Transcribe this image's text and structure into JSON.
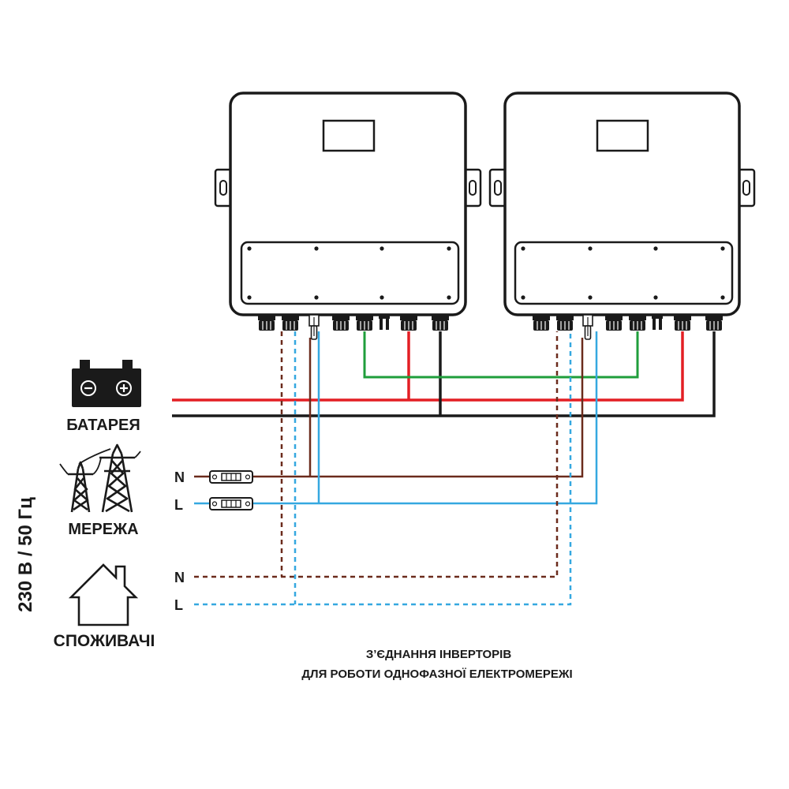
{
  "labels": {
    "battery": "БАТАРЕЯ",
    "grid": "МЕРЕЖА",
    "consumers": "СПОЖИВАЧІ",
    "voltage": "230 В / 50 Гц"
  },
  "grid_lines": {
    "n": "N",
    "l": "L"
  },
  "consumer_lines": {
    "n": "N",
    "l": "L"
  },
  "caption": {
    "line1": "З’ЄДНАННЯ ІНВЕРТОРІВ",
    "line2": "ДЛЯ РОБОТИ ОДНОФАЗНОЇ ЕЛЕКТРОМЕРЕЖІ"
  },
  "icons": [
    "battery-icon",
    "power-tower-icon",
    "house-icon",
    "inverter-icon",
    "circuit-breaker-icon"
  ],
  "colors": {
    "battery_positive": "#e31e24",
    "battery_negative": "#1a1a1a",
    "parallel_link": "#1f9e3b",
    "neutral": "#6b2b1c",
    "line": "#35a8e0"
  }
}
